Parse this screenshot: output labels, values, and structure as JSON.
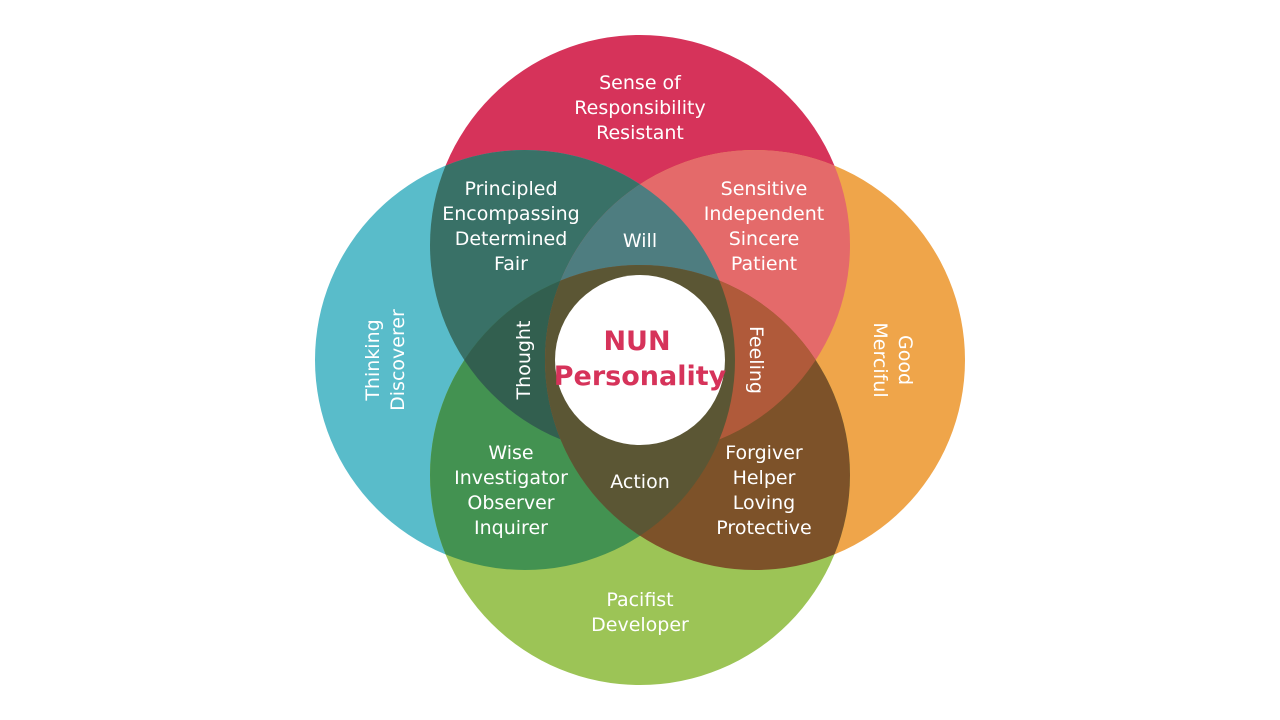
{
  "colors": {
    "top": "#d6335a",
    "left": "#59bcca",
    "right": "#efa54a",
    "bottom": "#9cc456",
    "top_left": "#397167",
    "top_right": "#e46a6a",
    "bottom_left": "#439251",
    "bottom_right": "#7d5229",
    "center_top": "#4e7d80",
    "center_left": "#325f4f",
    "center_right": "#b05a3a",
    "center_bottom": "#5b5634",
    "center_disc": "#ffffff",
    "center_text": "#d6335a"
  },
  "center": {
    "line1": "NUN",
    "line2": "Personality"
  },
  "top": {
    "lines": [
      "Sense of",
      "Responsibility",
      "Resistant"
    ]
  },
  "left": {
    "lines": [
      "Thinking",
      "Discoverer"
    ]
  },
  "right": {
    "lines": [
      "Good",
      "Merciful"
    ]
  },
  "bottom": {
    "lines": [
      "Pacifist",
      "Developer"
    ]
  },
  "top_left": {
    "lines": [
      "Principled",
      "Encompassing",
      "Determined",
      "Fair"
    ]
  },
  "top_right": {
    "lines": [
      "Sensitive",
      "Independent",
      "Sincere",
      "Patient"
    ]
  },
  "bottom_left": {
    "lines": [
      "Wise",
      "Investigator",
      "Observer",
      "Inquirer"
    ]
  },
  "bottom_right": {
    "lines": [
      "Forgiver",
      "Helper",
      "Loving",
      "Protective"
    ]
  },
  "inner": {
    "will": "Will",
    "thought": "Thought",
    "feeling": "Feeling",
    "action": "Action"
  }
}
